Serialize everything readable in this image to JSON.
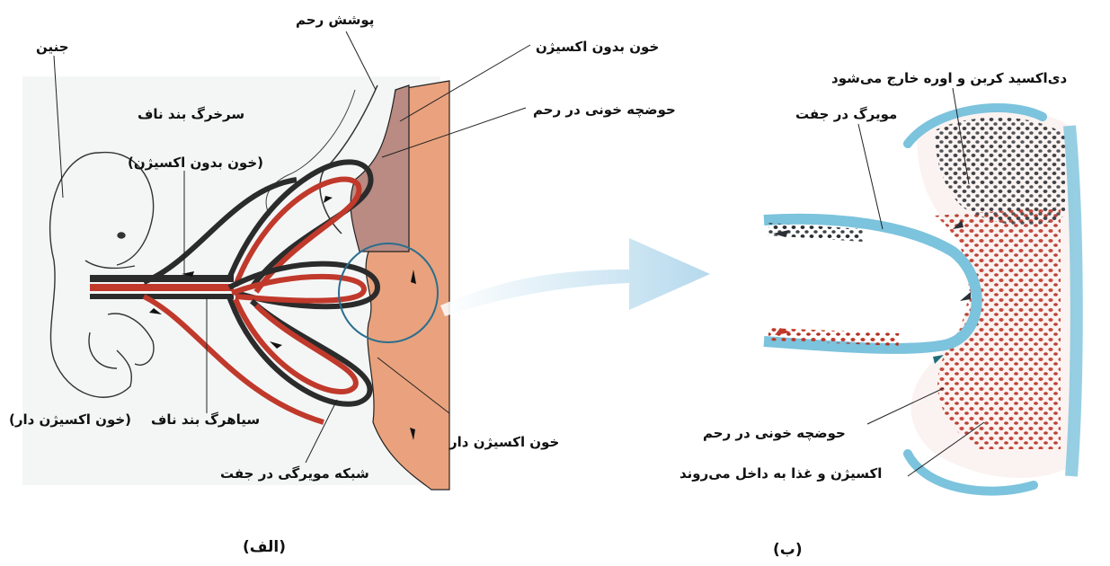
{
  "panel_a": {
    "caption": "(الف)",
    "labels": {
      "fetus": "جنین",
      "uterine_lining": "پوشش رحم",
      "deoxygenated_blood": "خون بدون اکسیژن",
      "uterine_blood_pool": "حوضچه خونی در رحم",
      "umbilical_artery": "سرخرگ بند ناف",
      "umbilical_artery_note": "(خون بدون اکسیژن)",
      "umbilical_vein": "سیاهرگ بند ناف",
      "umbilical_vein_note": "(خون اکسیژن دار)",
      "oxygenated_blood": "خون اکسیژن دار",
      "placental_capillary_network": "شبکه مویرگی در جفت"
    }
  },
  "panel_b": {
    "caption": "(ب)",
    "labels": {
      "co2_urea_out": "دی‌اکسید کربن و اوره خارج می‌شود",
      "placental_capillary": "مویرگ در جفت",
      "uterine_blood_pool": "حوضچه خونی در رحم",
      "oxygen_food_in": "اکسیژن و غذا به داخل می‌روند"
    }
  },
  "colors": {
    "artery_dark": "#2b2b2b",
    "vein_red": "#c0392b",
    "uterus_fill": "#e9a27d",
    "uterus_upper": "#b98b83",
    "membrane_blue": "#7cc3dd",
    "arrow_blue": "#a9d3ea"
  }
}
